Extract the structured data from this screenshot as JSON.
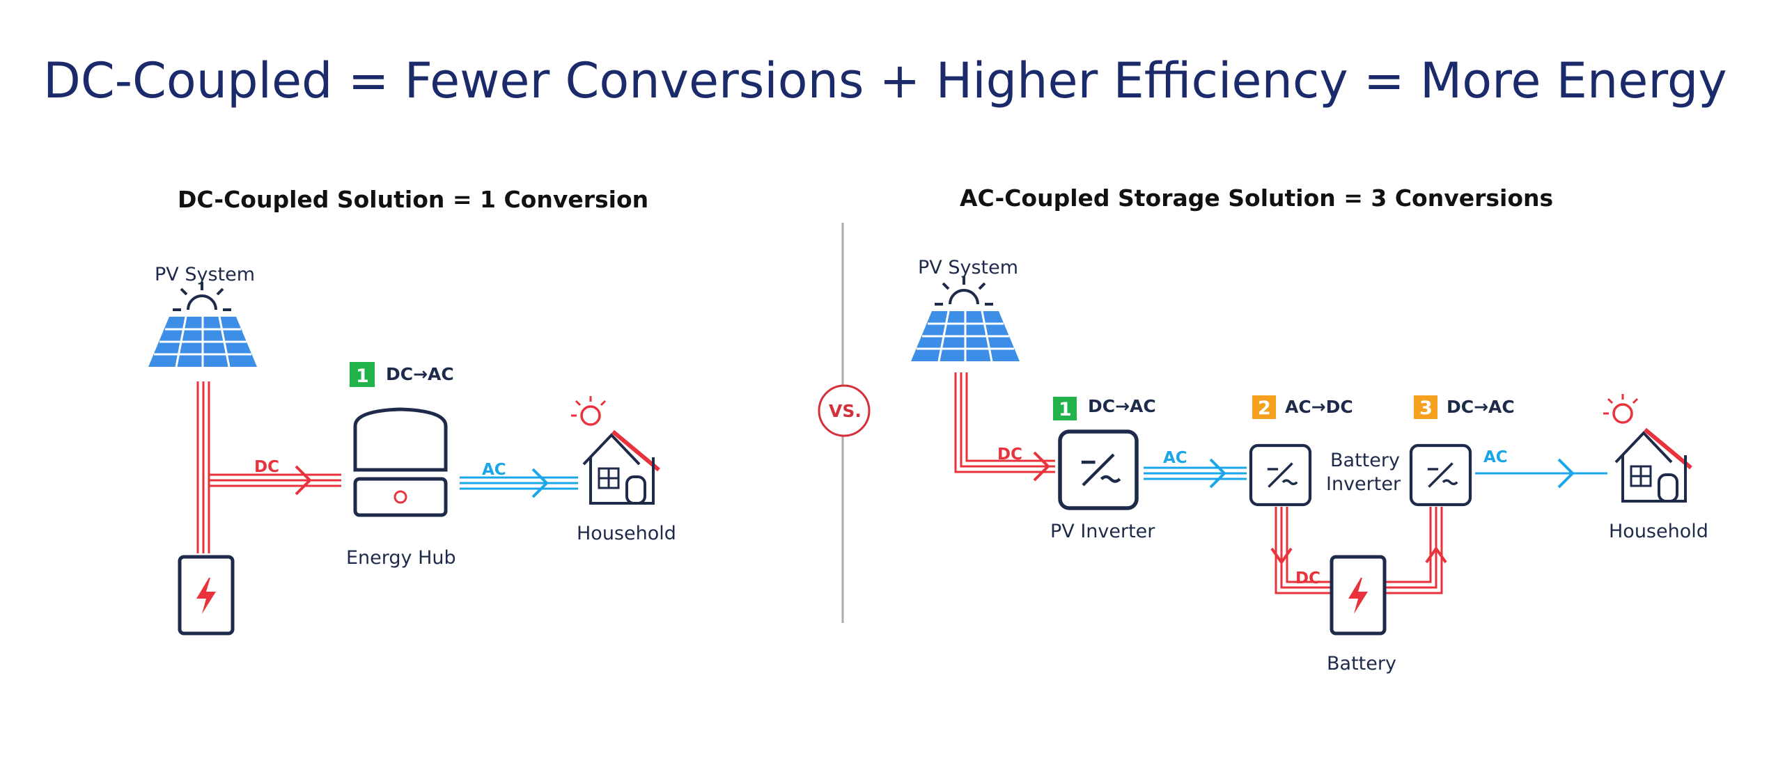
{
  "title": "DC-Coupled = Fewer Conversions + Higher Efficiency = More Energy",
  "left": {
    "heading": "DC-Coupled Solution = 1 Conversion",
    "pv_label": "PV System",
    "step": {
      "number": "1",
      "text": "DC→AC"
    },
    "dc_label": "DC",
    "ac_label": "AC",
    "hub_label": "Energy Hub",
    "household_label": "Household"
  },
  "vs_label": "VS.",
  "right": {
    "heading": "AC-Coupled Storage Solution = 3 Conversions",
    "pv_label": "PV System",
    "steps": [
      {
        "number": "1",
        "text": "DC→AC"
      },
      {
        "number": "2",
        "text": "AC→DC"
      },
      {
        "number": "3",
        "text": "DC→AC"
      }
    ],
    "dc_label_1": "DC",
    "ac_label_1": "AC",
    "dc_label_2": "DC",
    "ac_label_2": "AC",
    "pv_inverter_label": "PV Inverter",
    "battery_inverter_label_line1": "Battery",
    "battery_inverter_label_line2": "Inverter",
    "battery_label": "Battery",
    "household_label": "Household"
  },
  "colors": {
    "title": "#1b2a6b",
    "dc_line": "#e8323c",
    "ac_line": "#1aa6e8",
    "step_green": "#22b24c",
    "step_orange": "#f5a01f",
    "panel_blue": "#3c8ee6"
  },
  "icons": [
    "solar-panel-icon",
    "sun-icon",
    "battery-icon",
    "energy-hub-icon",
    "inverter-icon",
    "house-icon"
  ]
}
